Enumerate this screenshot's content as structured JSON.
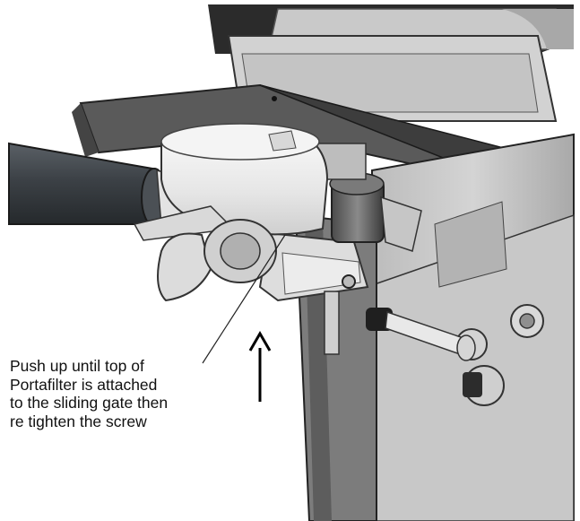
{
  "caption": {
    "lines": [
      "Push up until top of",
      "Portafilter is attached",
      "to the sliding gate then",
      "re tighten the screw"
    ]
  },
  "colors": {
    "background": "#ffffff",
    "metal_light": "#e9e9e9",
    "metal_mid": "#bdbdbd",
    "metal_dark": "#6f6f6f",
    "handle": "#3f4448",
    "text": "#111111"
  }
}
